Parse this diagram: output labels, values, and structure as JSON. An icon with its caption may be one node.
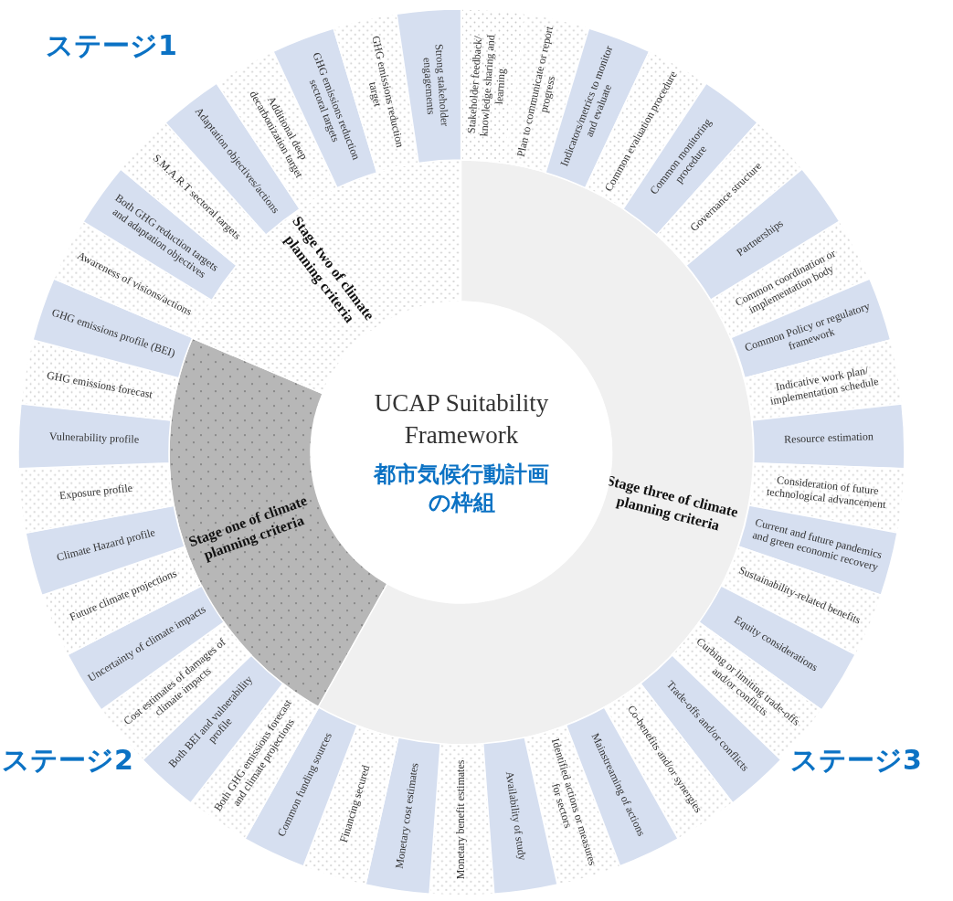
{
  "diagram": {
    "nodes": [
      {
        "text": [
          "UCAP Suitability Framework",
          "都市気候行動計画の枠組"
        ]
      },
      {
        "text": [
          "Stage one of climate planning criteria"
        ]
      },
      {
        "text": [
          "Stage two of climate planning criteria"
        ]
      },
      {
        "text": [
          "Stage three of climate planning criteria"
        ]
      },
      {
        "text": [
          "Stakeholder feedback/ knowledge sharing and learning"
        ]
      },
      {
        "text": [
          "Plan to communicate or report progress"
        ]
      },
      {
        "text": [
          "Indicators/metrics to monitor and evaluate"
        ]
      },
      {
        "text": [
          "Common evaluation procedure"
        ]
      },
      {
        "text": [
          "Common monitoring procedure"
        ]
      },
      {
        "text": [
          "Governance structure"
        ]
      },
      {
        "text": [
          "Partnerships"
        ]
      },
      {
        "text": [
          "Common coordination or implementation body"
        ]
      },
      {
        "text": [
          "Common Policy or regulatory framework"
        ]
      },
      {
        "text": [
          "Indicative work plan/ implementation schedule"
        ]
      },
      {
        "text": [
          "Resource estimation"
        ]
      },
      {
        "text": [
          "Consideration of future technological advancement"
        ]
      },
      {
        "text": [
          "Current and future pandemics and green economic recovery"
        ]
      },
      {
        "text": [
          "Sustainability-related benefits"
        ]
      },
      {
        "text": [
          "Equity considerations"
        ]
      },
      {
        "text": [
          "Curbing or limiting trade-offs and/or conflicts"
        ]
      },
      {
        "text": [
          "Trade-offs and/or conflicts"
        ]
      },
      {
        "text": [
          "Co-benefits and/or synergies"
        ]
      },
      {
        "text": [
          "Mainstreaming of actions"
        ]
      },
      {
        "text": [
          "Identified actions or measures for sectors"
        ]
      },
      {
        "text": [
          "Availability of study"
        ]
      },
      {
        "text": [
          "Monetary benefit estimates"
        ]
      },
      {
        "text": [
          "Monetary cost estimates"
        ]
      },
      {
        "text": [
          "Financing secured"
        ]
      },
      {
        "text": [
          "Common funding sources"
        ]
      },
      {
        "text": [
          "Both GHG emissions forecast and climate projections"
        ]
      },
      {
        "text": [
          "Both BEI and vulnerability profile"
        ]
      },
      {
        "text": [
          "Cost estimates of damages of climate impacts"
        ]
      },
      {
        "text": [
          "Uncertainty of climate impacts"
        ]
      },
      {
        "text": [
          "Future climate projections"
        ]
      },
      {
        "text": [
          "Climate Hazard profile"
        ]
      },
      {
        "text": [
          "Exposure profile"
        ]
      },
      {
        "text": [
          "Vulnerability profile"
        ]
      },
      {
        "text": [
          "GHG emissions forecast"
        ]
      },
      {
        "text": [
          "GHG emissions profile (BEI)"
        ]
      },
      {
        "text": [
          "Awareness of visions/actions"
        ]
      },
      {
        "text": [
          "Both GHG reduction targets and adaptation objectives"
        ]
      },
      {
        "text": [
          "S.M.A.R.T sectoral targets"
        ]
      },
      {
        "text": [
          "Adaptation objectives/actions"
        ]
      },
      {
        "text": [
          "Additional deep decarbonization target"
        ]
      },
      {
        "text": [
          "GHG emissions reduction sectoral targets"
        ]
      },
      {
        "text": [
          "GHG emissions reduction target"
        ]
      },
      {
        "text": [
          "Strong stakeholder engagements"
        ]
      }
    ],
    "labels": [
      "ステージ1",
      "ステージ2",
      "ステージ3"
    ]
  }
}
